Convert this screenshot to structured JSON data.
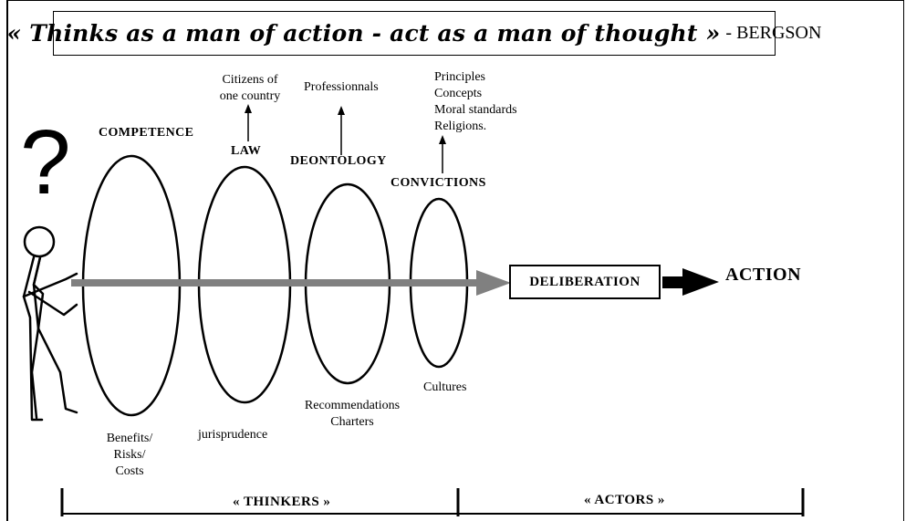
{
  "quote": {
    "text": "« Thinks as a man of action - act as a man of thought »",
    "author": "- BERGSON"
  },
  "stages": [
    {
      "key": "competence",
      "title": "COMPETENCE",
      "above": [],
      "below": [
        "Benefits/",
        "Risks/",
        "Costs"
      ]
    },
    {
      "key": "law",
      "title": "LAW",
      "above": [
        "Citizens of",
        "one country"
      ],
      "below": [
        "jurisprudence"
      ]
    },
    {
      "key": "deontology",
      "title": "DEONTOLOGY",
      "above": [
        "Professionnals"
      ],
      "below": [
        "Recommendations",
        "Charters"
      ]
    },
    {
      "key": "convictions",
      "title": "CONVICTIONS",
      "above": [
        "Principles",
        "Concepts",
        "Moral standards",
        "Religions."
      ],
      "below": [
        "Cultures"
      ]
    }
  ],
  "question_mark": "?",
  "deliberation": "DELIBERATION",
  "action": "ACTION",
  "sections": {
    "thinkers": "« THINKERS »",
    "actors": "« ACTORS »"
  },
  "colors": {
    "arrow": "#808080",
    "ink": "#000000"
  }
}
